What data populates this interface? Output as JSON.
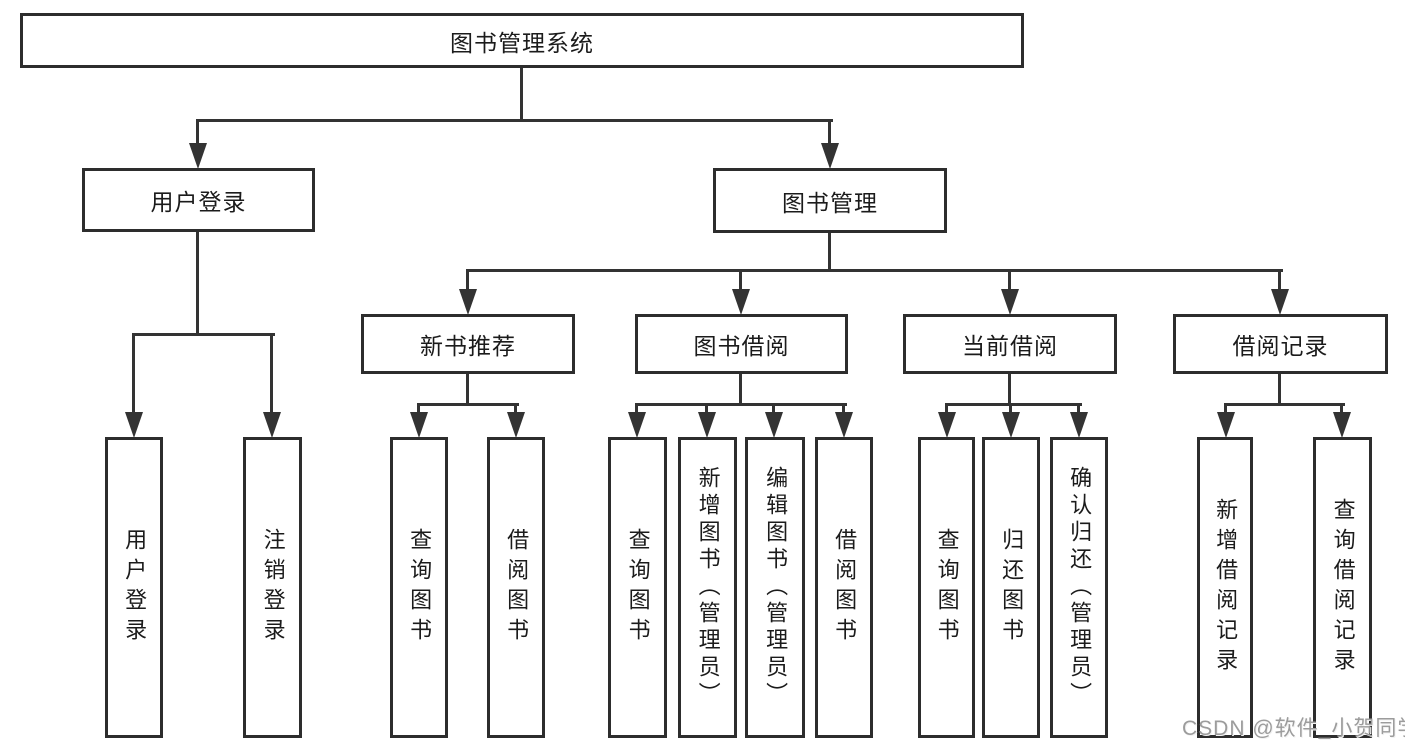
{
  "colors": {
    "background": "#ffffff",
    "line": "#333333",
    "box_border": "#2d2d2d",
    "text": "#1b1b1b",
    "watermark": "#9c9c9c"
  },
  "labels": {
    "root": "图书管理系统",
    "user_login": "用户登录",
    "book_management": "图书管理",
    "new_book_recommend": "新书推荐",
    "book_borrow": "图书借阅",
    "current_borrow": "当前借阅",
    "borrow_record": "借阅记录",
    "leaf_user_login": "用户登录",
    "leaf_logout": "注销登录",
    "leaf_nbr_query_book": "查询图书",
    "leaf_nbr_borrow_book": "借阅图书",
    "leaf_bb_query_book": "查询图书",
    "leaf_bb_add_book": "新增图书（管理员）",
    "leaf_bb_edit_book": "编辑图书（管理员）",
    "leaf_bb_borrow_book": "借阅图书",
    "leaf_cb_query_book": "查询图书",
    "leaf_cb_return_book": "归还图书",
    "leaf_cb_confirm_return": "确认归还（管理员）",
    "leaf_br_add_record": "新增借阅记录",
    "leaf_br_query_record": "查询借阅记录"
  },
  "watermark": "CSDN @软件_小贺同学"
}
